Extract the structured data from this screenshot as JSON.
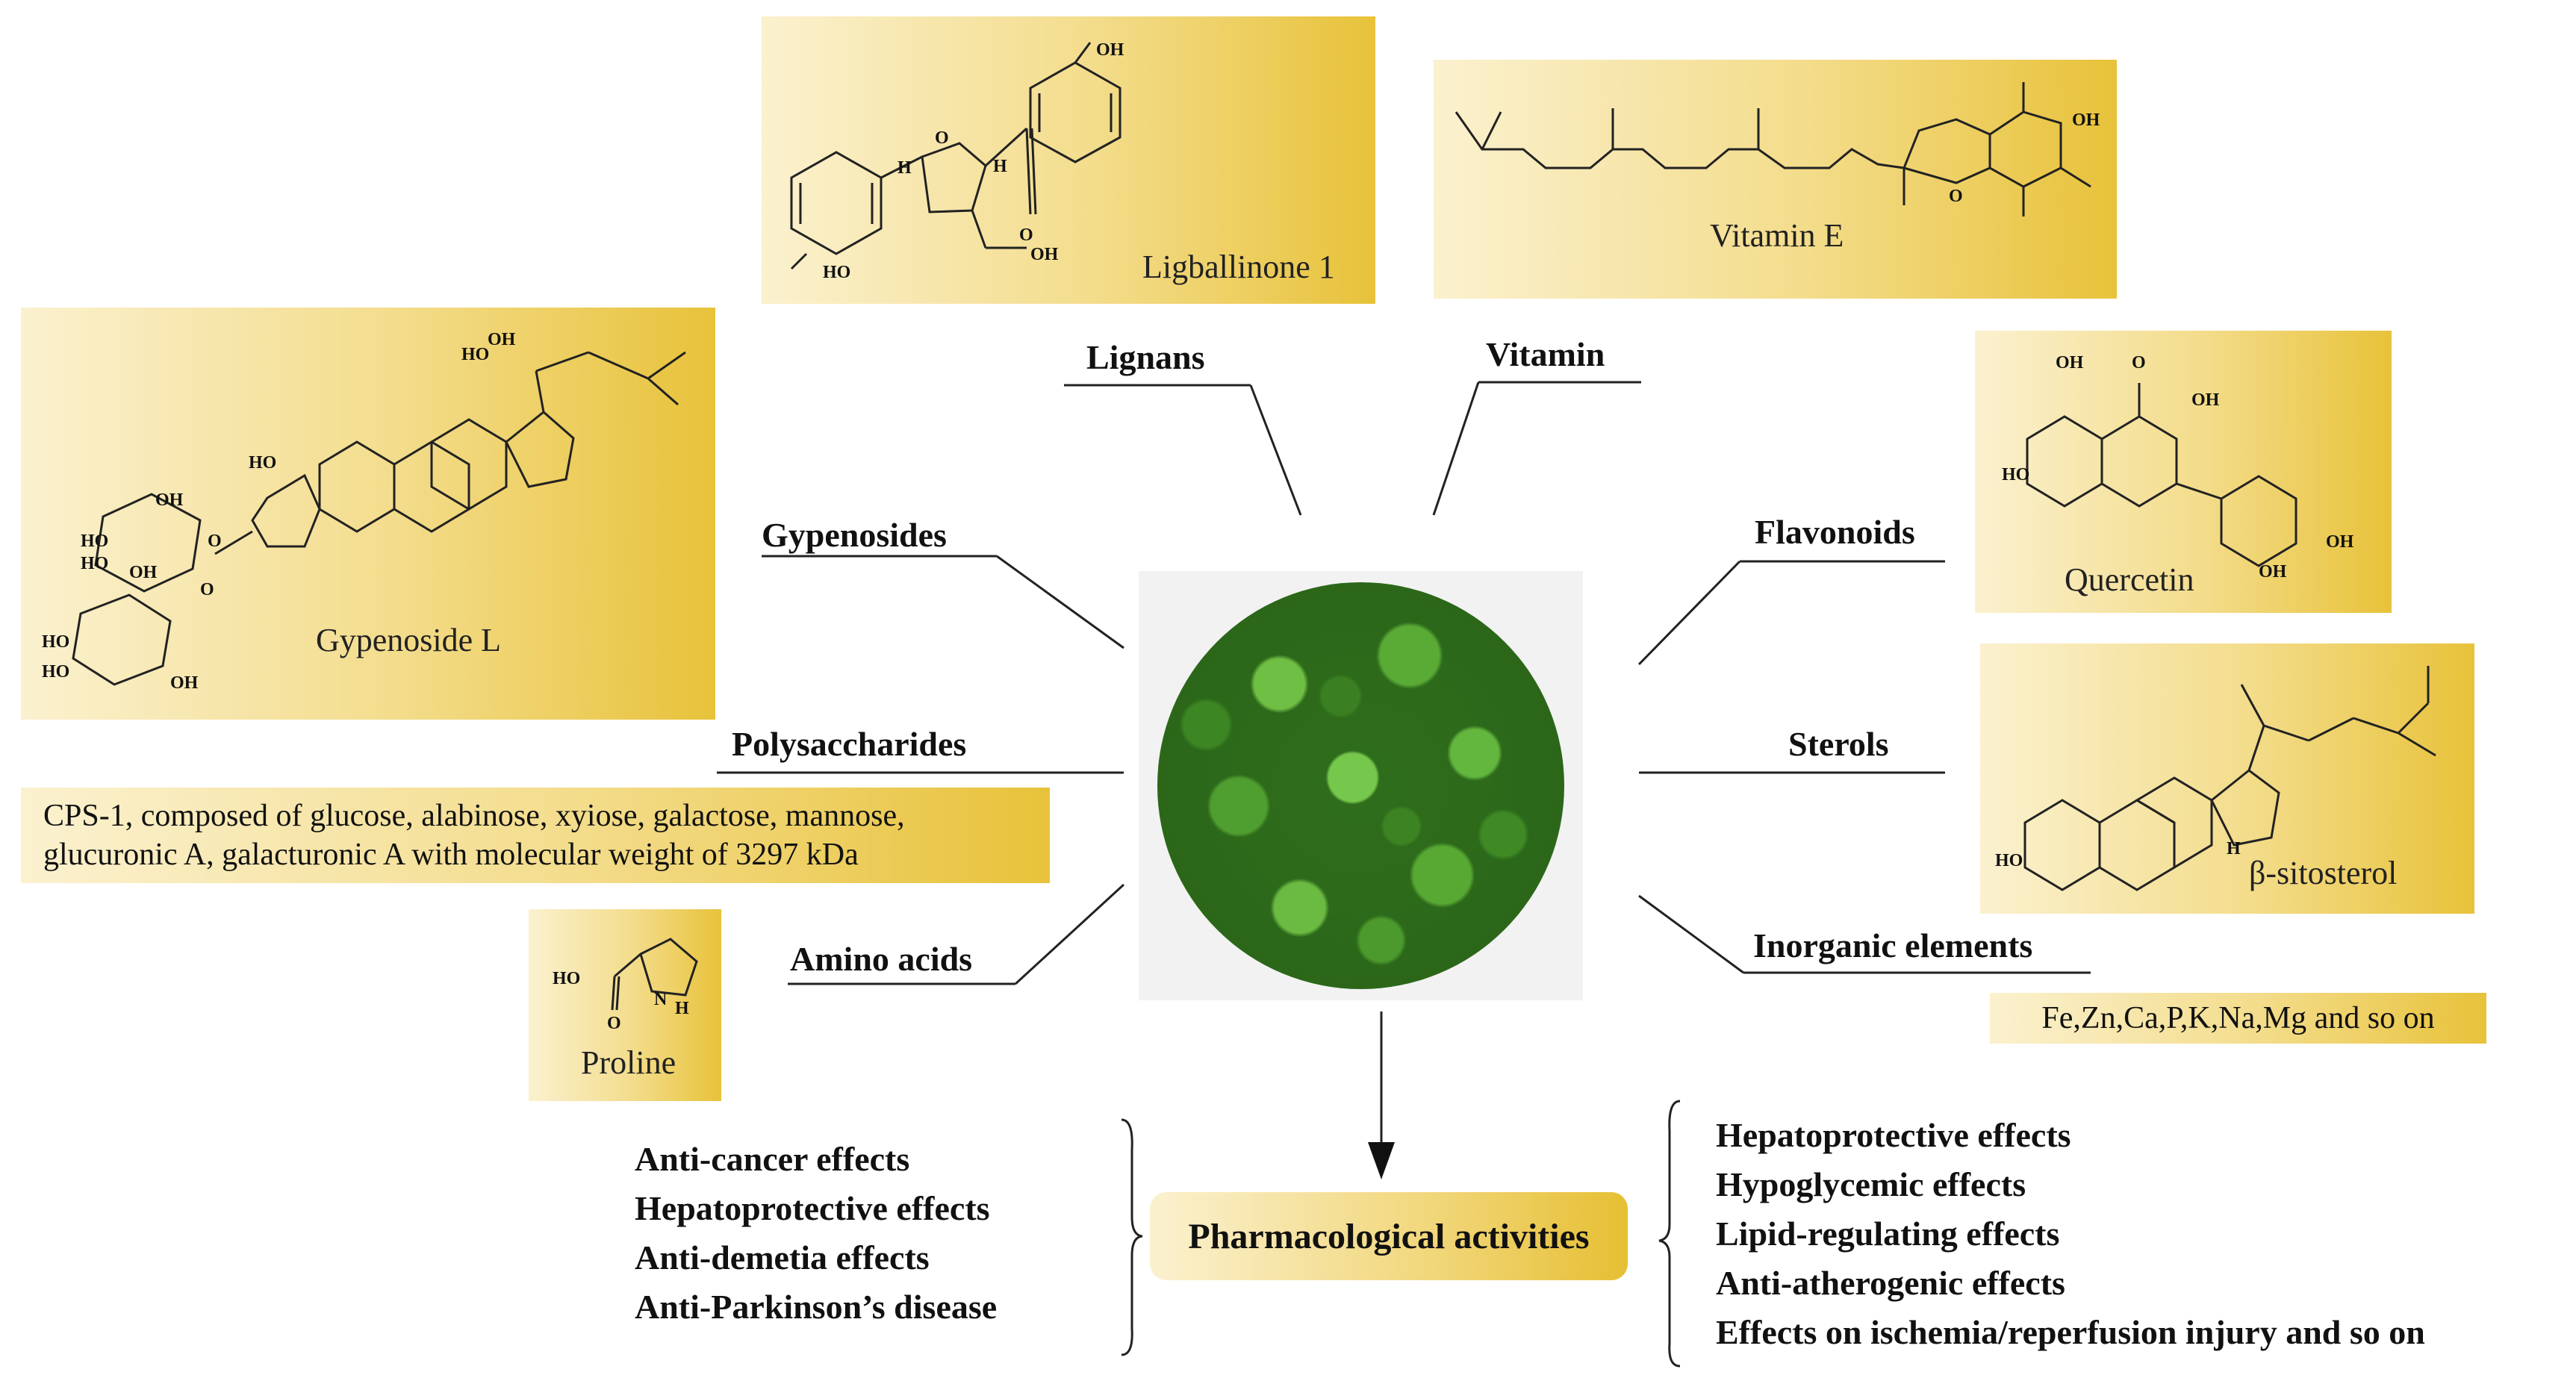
{
  "compounds": {
    "lignan": {
      "name": "Ligballinone 1",
      "labels": [
        "OH",
        "O",
        "H",
        "H",
        "O",
        "HO",
        "OH"
      ]
    },
    "vitamin": {
      "name": "Vitamin E",
      "labels": [
        "OH",
        "O"
      ]
    },
    "gypenoside": {
      "name": "Gypenoside L",
      "labels": [
        "OH",
        "HO",
        "HO",
        "OH",
        "HO",
        "HO",
        "OH",
        "HO",
        "HO",
        "OH",
        "O",
        "O"
      ]
    },
    "flavonoid": {
      "name": "Quercetin",
      "labels": [
        "OH",
        "O",
        "OH",
        "HO",
        "OH",
        "OH"
      ]
    },
    "sterol": {
      "name": "β-sitosterol",
      "labels": [
        "HO",
        "H"
      ]
    },
    "amino": {
      "name": "Proline",
      "labels": [
        "HO",
        "O",
        "N",
        "H"
      ]
    }
  },
  "categories": {
    "lignans": "Lignans",
    "vitamin": "Vitamin",
    "gypenosides": "Gypenosides",
    "flavonoids": "Flavonoids",
    "polysaccharides": "Polysaccharides",
    "sterols": "Sterols",
    "amino_acids": "Amino acids",
    "inorganic": "Inorganic elements"
  },
  "polysaccharide_desc": {
    "line1": "CPS-1, composed of glucose, alabinose, xyiose, galactose, mannose,",
    "line2": "glucuronic A, galacturonic A with molecular weight of 3297 kDa"
  },
  "inorganic_desc": "Fe,Zn,Ca,P,K,Na,Mg and so on",
  "pharmacology": {
    "title": "Pharmacological activities",
    "left_effects": [
      "Anti-cancer effects",
      "Hepatoprotective effects",
      "Anti-demetia effects",
      "Anti-Parkinson’s disease"
    ],
    "right_effects": [
      "Hepatoprotective effects",
      "Hypoglycemic effects",
      "Lipid-regulating effects",
      "Anti-atherogenic effects",
      "Effects on ischemia/reperfusion injury and so on"
    ]
  }
}
